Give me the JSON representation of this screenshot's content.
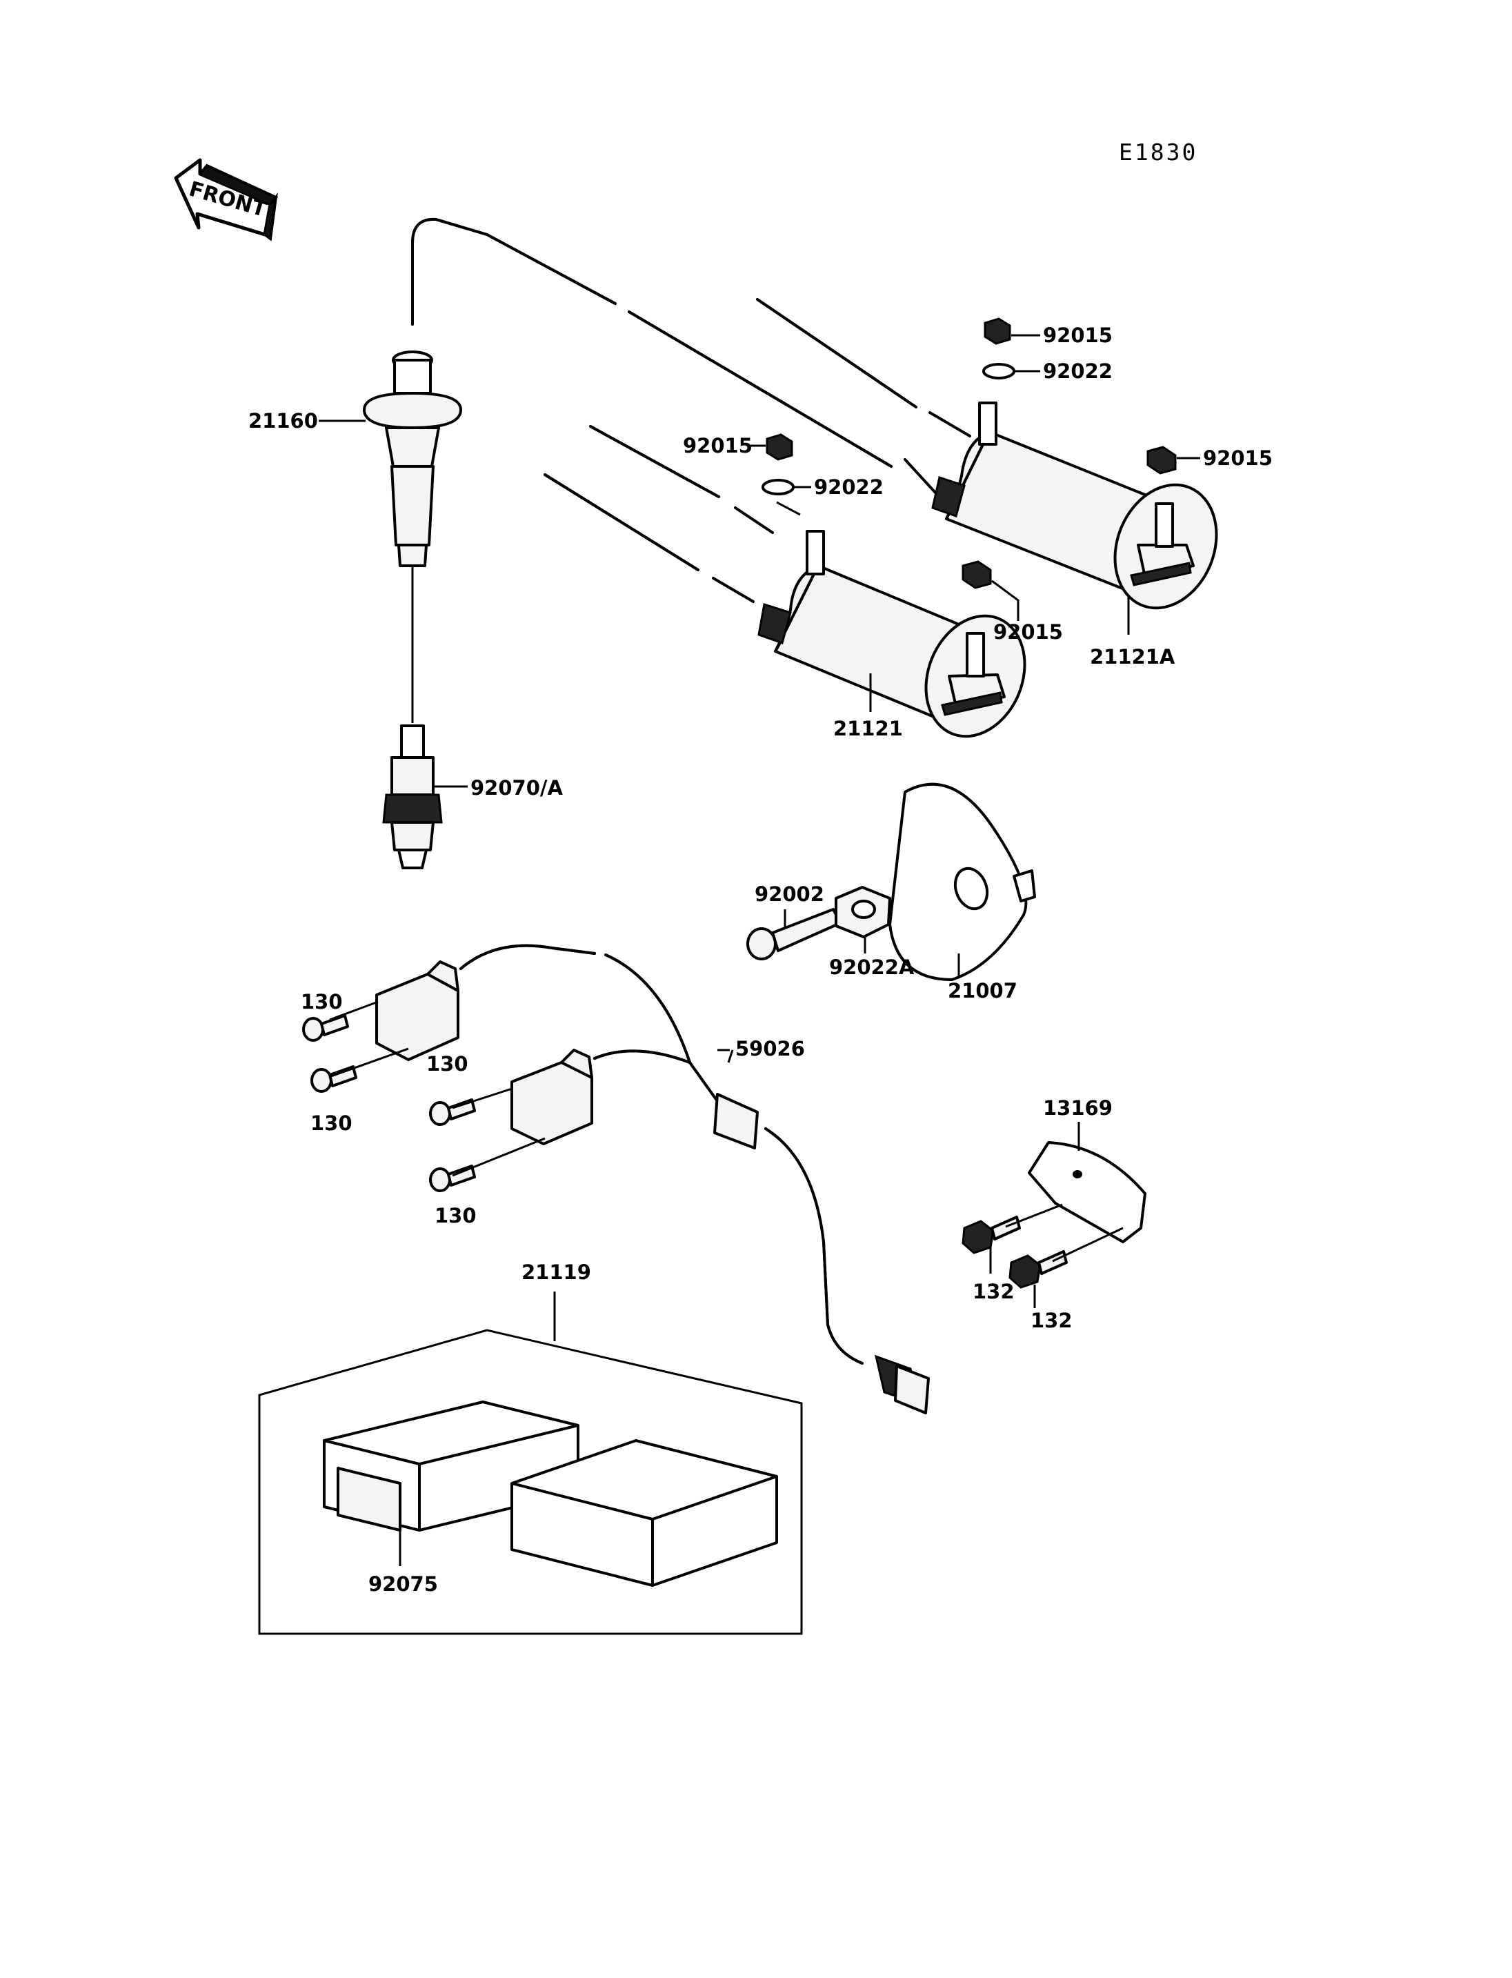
{
  "diagram": {
    "code": "E1830",
    "front_label": "FRONT",
    "parts": {
      "p21160": "21160",
      "p92070": "92070/A",
      "p92015_a": "92015",
      "p92022_a": "92022",
      "p92015_b": "92015",
      "p92015_c": "92015",
      "p92022_b": "92022",
      "p92015_d": "92015",
      "p21121a": "21121A",
      "p21121": "21121",
      "p92002": "92002",
      "p92022a": "92022A",
      "p21007": "21007",
      "p130_a": "130",
      "p130_b": "130",
      "p130_c": "130",
      "p130_d": "130",
      "p59026": "59026",
      "p13169": "13169",
      "p132_a": "132",
      "p132_b": "132",
      "p21119": "21119",
      "p92075": "92075"
    }
  }
}
